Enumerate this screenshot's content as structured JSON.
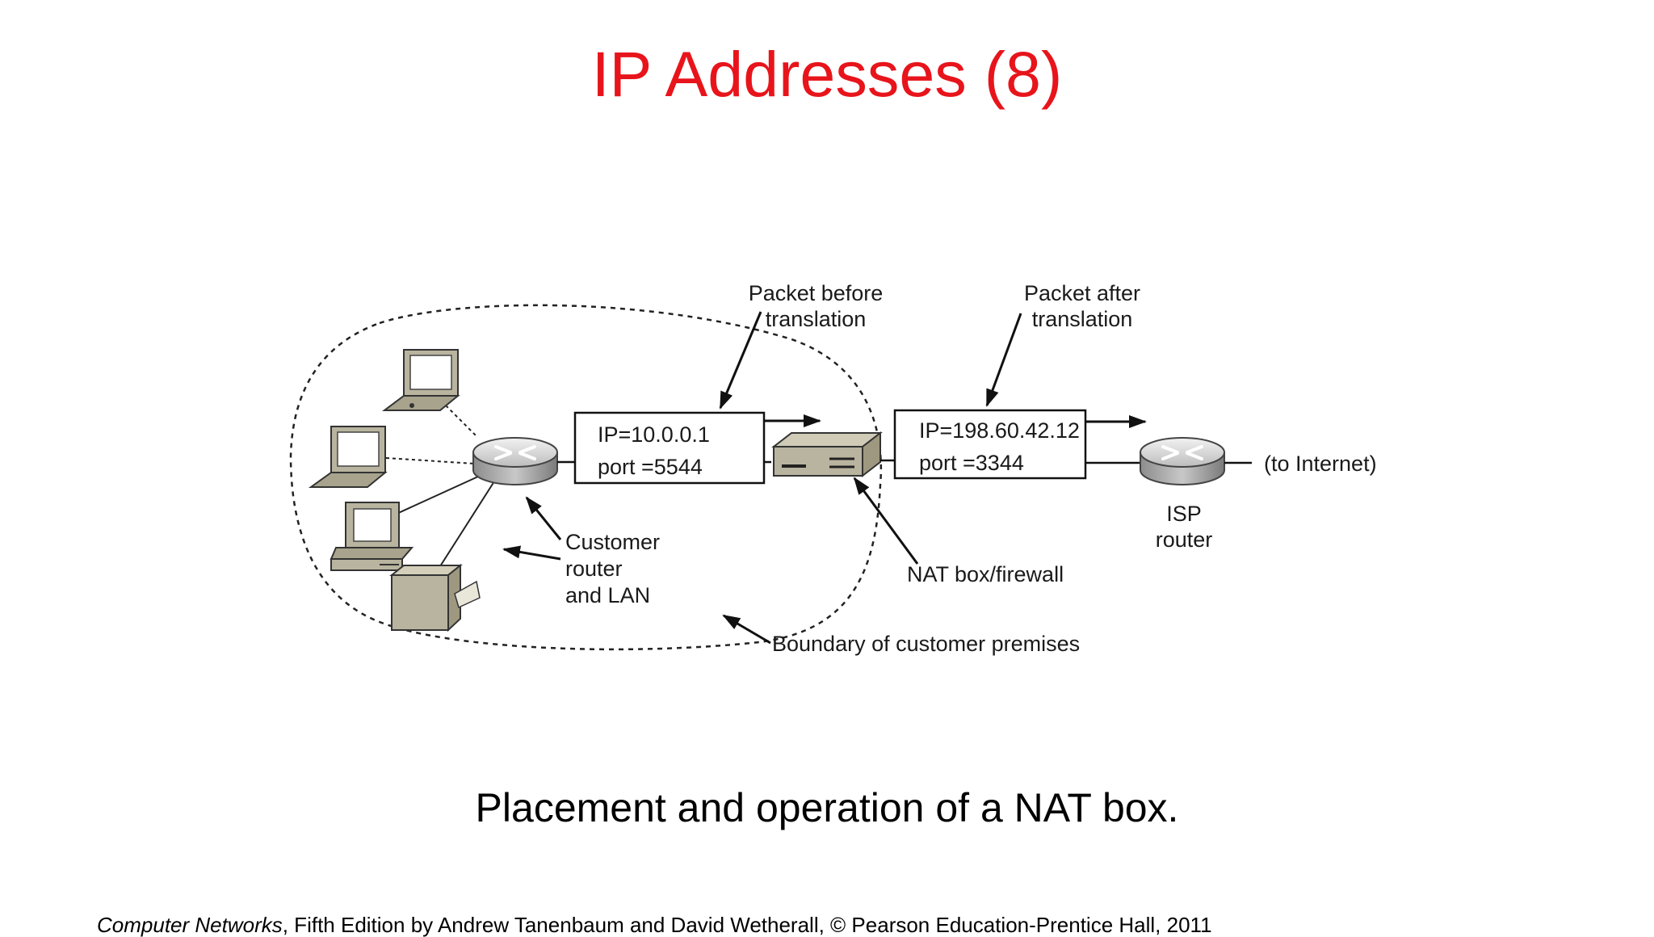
{
  "slide": {
    "title": "IP Addresses (8)",
    "caption": "Placement and operation of a NAT box.",
    "footer": {
      "book": "Computer Networks",
      "rest": ", Fifth Edition by Andrew Tanenbaum and David Wetherall, © Pearson Education-Prentice Hall, 2011"
    }
  },
  "diagram": {
    "packet_before": {
      "label_line1": "Packet before",
      "label_line2": "translation",
      "ip": "IP=10.0.0.1",
      "port": "port =5544"
    },
    "packet_after": {
      "label_line1": "Packet after",
      "label_line2": "translation",
      "ip": "IP=198.60.42.12",
      "port": "port =3344"
    },
    "customer_router_label": [
      "Customer",
      "router",
      "and LAN"
    ],
    "nat_label": "NAT box/firewall",
    "boundary_label": "Boundary of customer premises",
    "isp_router_label": [
      "ISP",
      "router"
    ],
    "internet_label": "(to Internet)"
  }
}
